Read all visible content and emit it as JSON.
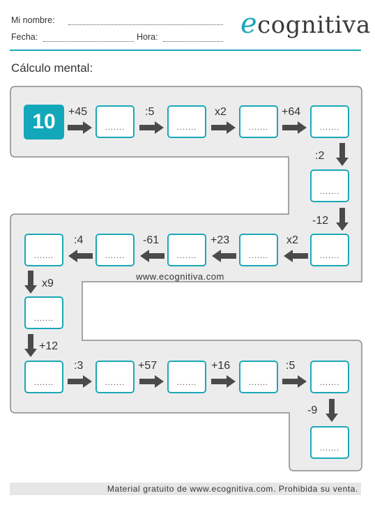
{
  "header": {
    "name_label": "Mi nombre:",
    "date_label": "Fecha:",
    "time_label": "Hora:",
    "logo_first": "e",
    "logo_rest": "cognitiva",
    "brand_color": "#1aa8b8"
  },
  "title": "Cálculo mental:",
  "start_value": "10",
  "operations": [
    "+45",
    ":5",
    "x2",
    "+64",
    ":2",
    "-12",
    "x2",
    "+23",
    "-61",
    ":4",
    "x9",
    "+12",
    ":3",
    "+57",
    "+16",
    ":5",
    "-9"
  ],
  "blank_placeholder": ".......",
  "watermark": "www.ecognitiva.com",
  "footer": "Material gratuito de www.ecognitiva.com. Prohibida su venta."
}
